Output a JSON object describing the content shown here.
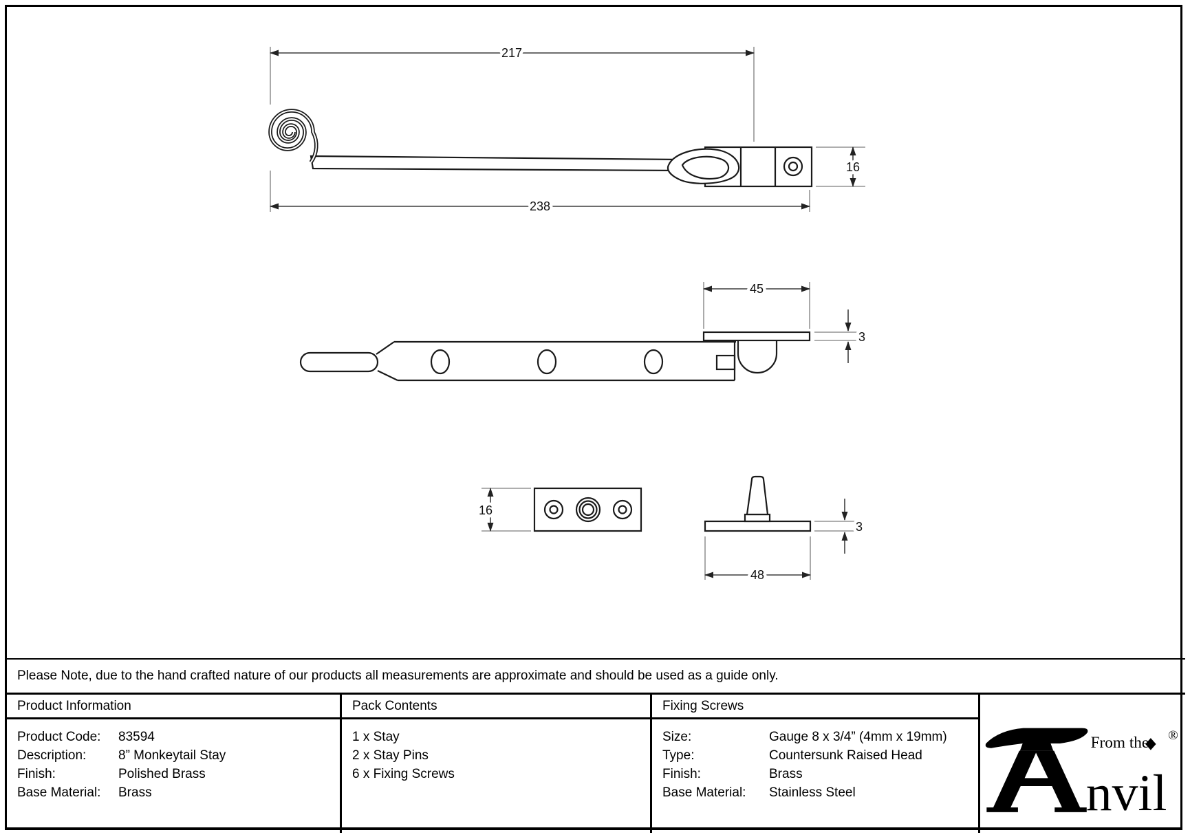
{
  "note": "Please Note, due to the hand crafted nature of our products all measurements are approximate and should be used as a guide only.",
  "colors": {
    "ink": "#000000",
    "extension_line": "#949494",
    "dimension_line": "#3d3d3d"
  },
  "drawing": {
    "top_view": {
      "length_to_pivot": "217",
      "overall_length": "238",
      "bracket_width": "16"
    },
    "side_view": {
      "plate_length": "45",
      "plate_thickness": "3"
    },
    "plate_view": {
      "plate_width": "16"
    },
    "pin_view": {
      "plate_thickness": "3",
      "plate_length": "48"
    }
  },
  "table": {
    "product_information": {
      "header": "Product Information",
      "rows": [
        {
          "label": "Product Code:",
          "value": "83594"
        },
        {
          "label": "Description:",
          "value": "8” Monkeytail Stay"
        },
        {
          "label": "Finish:",
          "value": "Polished Brass"
        },
        {
          "label": "Base Material:",
          "value": "Brass"
        }
      ]
    },
    "pack_contents": {
      "header": "Pack Contents",
      "items": [
        "1 x Stay",
        "2 x Stay Pins",
        "6 x Fixing Screws"
      ]
    },
    "fixing_screws": {
      "header": "Fixing Screws",
      "rows": [
        {
          "label": "Size:",
          "value": "Gauge 8 x 3/4” (4mm x 19mm)"
        },
        {
          "label": "Type:",
          "value": "Countersunk Raised Head"
        },
        {
          "label": "Finish:",
          "value": "Brass"
        },
        {
          "label": "Base Material:",
          "value": "Stainless Steel"
        }
      ]
    },
    "logo": {
      "from_the": "From the",
      "name_rest": "nvil",
      "registered": "®"
    }
  }
}
